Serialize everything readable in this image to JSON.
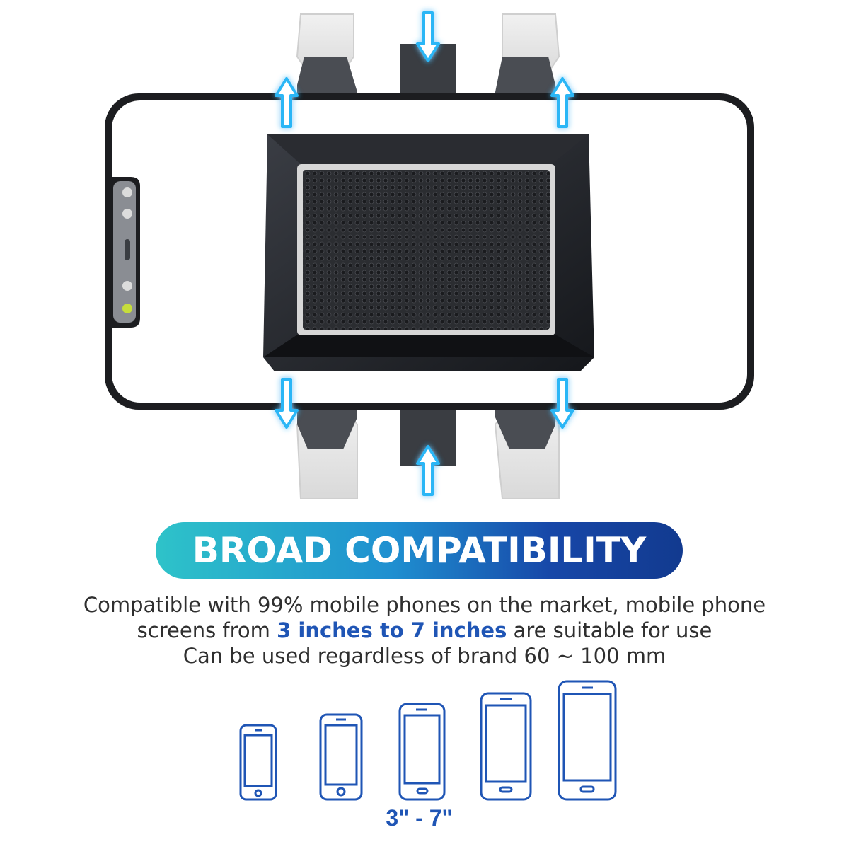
{
  "banner": {
    "title": "BROAD COMPATIBILITY"
  },
  "description": {
    "line1": "Compatible with 99% mobile phones on the market, mobile phone",
    "line2_prefix": "screens from ",
    "line2_highlight": "3 inches to 7 inches",
    "line2_suffix": " are suitable for use",
    "line3": "Can be used regardless of brand 60 ~ 100 mm"
  },
  "sizes": {
    "range_label": "3\" - 7\"",
    "phone_count": 5
  },
  "colors": {
    "accent_blue": "#1f55b5",
    "banner_start": "#2ec3c9",
    "banner_end": "#123a8f",
    "arrow_glow": "#29b6f6"
  },
  "icons": [
    "phone-holder-illustration",
    "adjust-arrow-icon",
    "phone-outline-icon"
  ]
}
